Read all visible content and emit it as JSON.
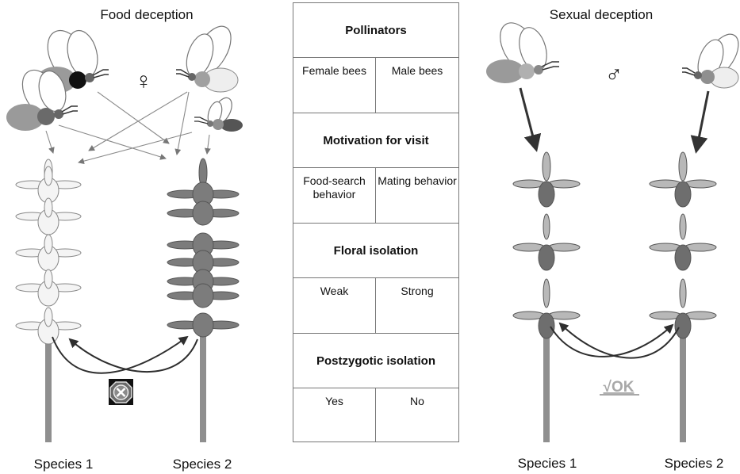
{
  "left_panel": {
    "title": "Food deception",
    "symbol": "♀",
    "species": [
      "Species 1",
      "Species 2"
    ]
  },
  "right_panel": {
    "title": "Sexual deception",
    "symbol": "♂",
    "species": [
      "Species 1",
      "Species 2"
    ],
    "ok_label": "√OK"
  },
  "table": {
    "sections": [
      {
        "header": "Pollinators",
        "left": "Female bees",
        "right": "Male bees"
      },
      {
        "header": "Motivation for visit",
        "left": "Food-search behavior",
        "right": "Mating behavior"
      },
      {
        "header": "Floral isolation",
        "left": "Weak",
        "right": "Strong"
      },
      {
        "header": "Postzygotic isolation",
        "left": "Yes",
        "right": "No"
      }
    ]
  },
  "colors": {
    "species1_flower": "#f4f4f4",
    "species2_flower": "#7c7c7c",
    "stem": "#8f8f8f",
    "arrow": "#2e2e2e",
    "thin_arrow": "#8a8a8a",
    "block_icon": "#555555"
  }
}
